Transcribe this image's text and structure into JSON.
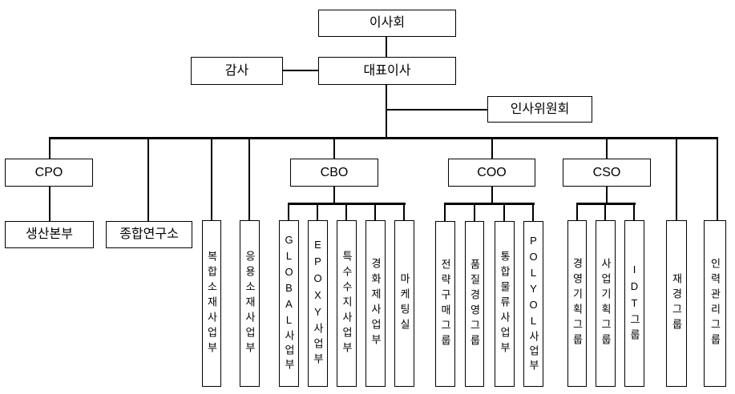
{
  "org": {
    "board": "이사회",
    "auditor": "감사",
    "ceo": "대표이사",
    "hr_committee": "인사위원회",
    "officers": {
      "cpo": "CPO",
      "cbo": "CBO",
      "coo": "COO",
      "cso": "CSO"
    },
    "cpo_units": {
      "production_hq": "생산본부"
    },
    "ceo_direct_units": {
      "research_center": "종합연구소",
      "composite_materials": "복합소재사업부",
      "applied_materials": "응용소재사업부",
      "finance_group": "재경그룹",
      "hr_management_group": "인력관리그룹"
    },
    "cbo_units": {
      "global_division": "GLOBAL사업부",
      "epoxy_division": "EPOXY사업부",
      "special_resin_division": "특수수지사업부",
      "hardener_division": "경화제사업부",
      "marketing_office": "마케팅실"
    },
    "coo_units": {
      "strategic_purchasing_group": "전략구매그룹",
      "quality_management_group": "품질경영그룹",
      "integrated_logistics_division": "통합물류사업부",
      "polyol_division": "POLYOL사업부"
    },
    "cso_units": {
      "management_planning_group": "경영기획그룹",
      "business_planning_group": "사업기획그룹",
      "idt_group": "IDT그룹"
    }
  },
  "colors": {
    "background": "#ffffff",
    "line": "#000000",
    "box_border": "#000000",
    "text": "#000000"
  }
}
